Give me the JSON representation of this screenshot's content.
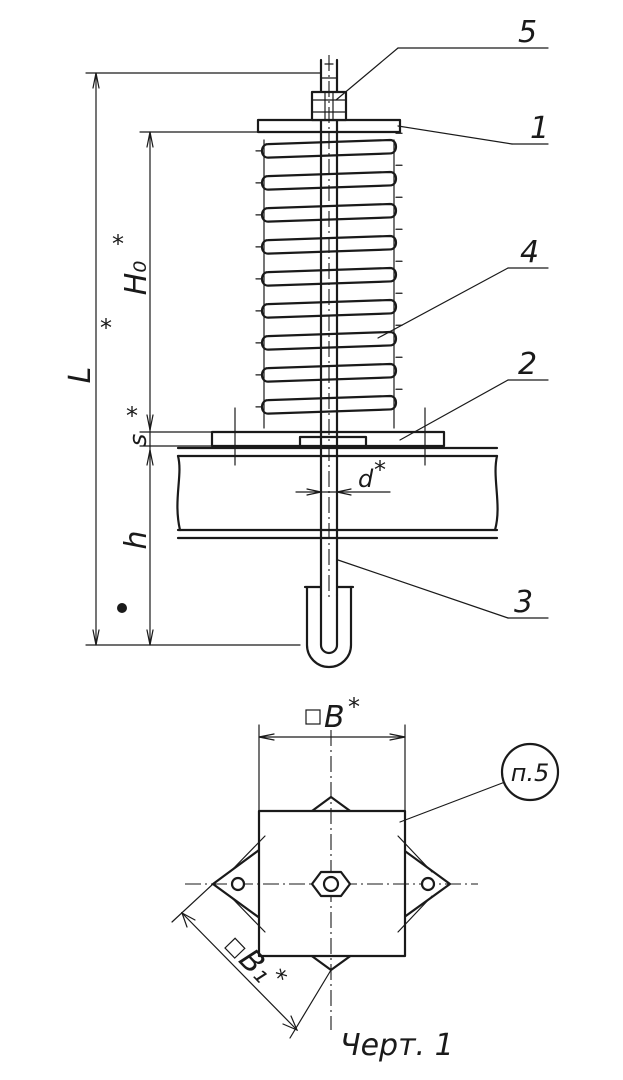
{
  "callouts": {
    "p1": "1",
    "p2": "2",
    "p3": "3",
    "p4": "4",
    "p5": "5",
    "circle_note": "п.5"
  },
  "dimensions": {
    "L": "L",
    "H0": "H₀",
    "s": "s",
    "h": "h",
    "d": "d",
    "B": "B",
    "B1": "B₁",
    "star": "*",
    "square": "□"
  },
  "caption": "Черт. 1"
}
